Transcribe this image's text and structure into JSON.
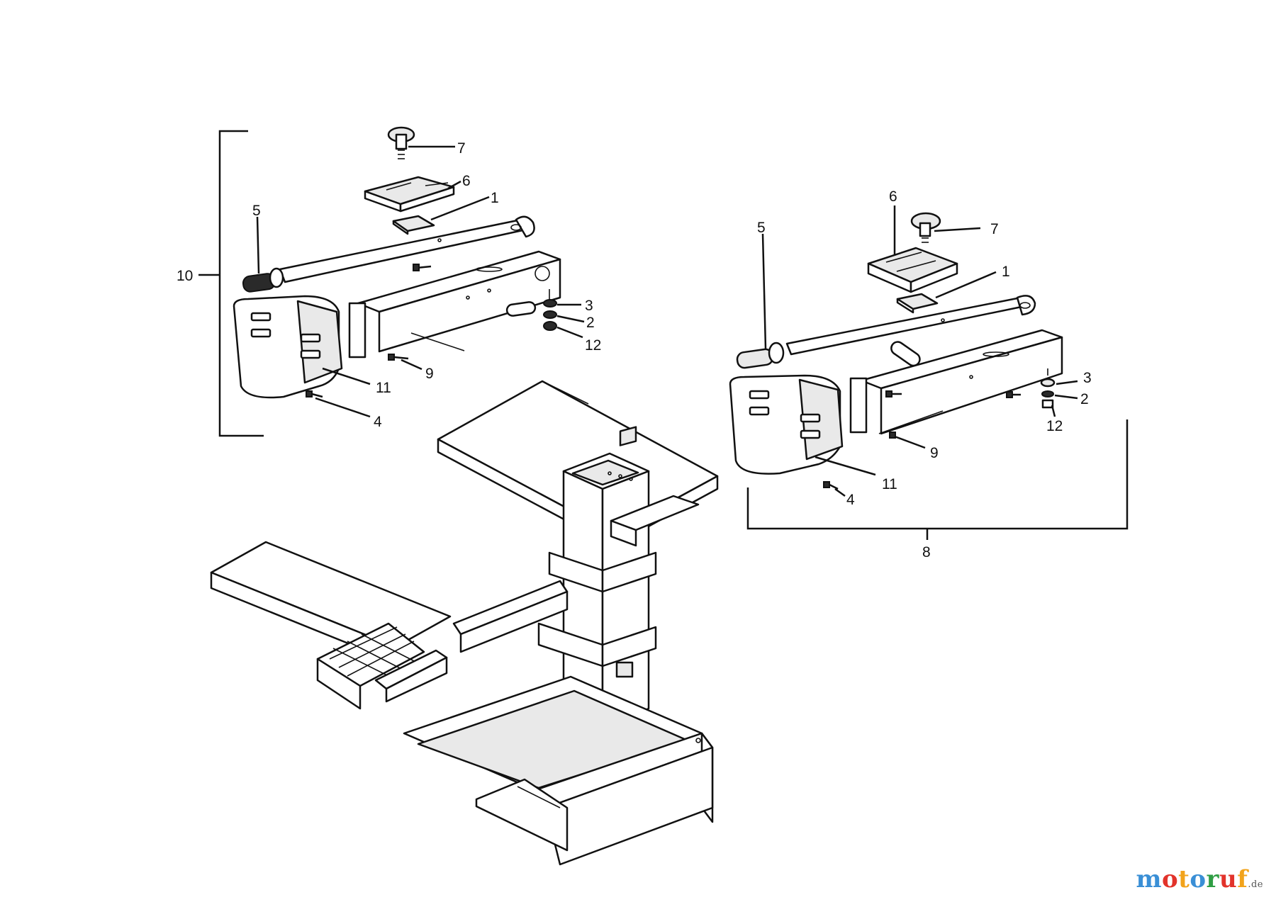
{
  "callouts_left": [
    "7",
    "6",
    "1",
    "5",
    "10",
    "3",
    "2",
    "12",
    "9",
    "11",
    "4"
  ],
  "callouts_right": [
    "6",
    "5",
    "7",
    "1",
    "3",
    "2",
    "12",
    "9",
    "11",
    "4",
    "8"
  ],
  "watermark": {
    "colored_letters": [
      {
        "char": "m",
        "color": "#3a8fd6"
      },
      {
        "char": "o",
        "color": "#e2332b"
      },
      {
        "char": "t",
        "color": "#f2a31b"
      },
      {
        "char": "o",
        "color": "#3a8fd6"
      },
      {
        "char": "r",
        "color": "#2f9e44"
      },
      {
        "char": "u",
        "color": "#e2332b"
      },
      {
        "char": "f",
        "color": "#f2a31b"
      }
    ],
    "tld": ".de"
  },
  "colors": {
    "line": "#111111",
    "background": "#ffffff"
  }
}
